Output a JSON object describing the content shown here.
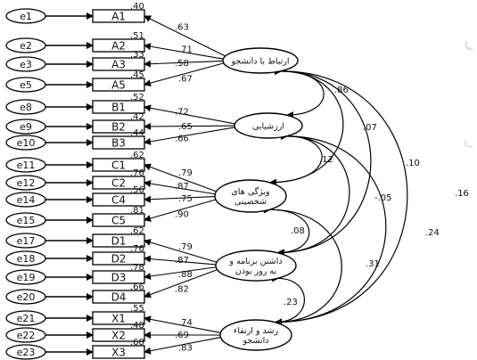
{
  "watermark": {
    "line1": "پژوهشگاه علوم انسانی",
    "line2": "پرتال جامع علوم انسانی"
  },
  "latents": [
    {
      "id": "L1",
      "lines": [
        "ارتباط با دانشجو"
      ]
    },
    {
      "id": "L2",
      "lines": [
        "ارزشیابی"
      ]
    },
    {
      "id": "L3",
      "lines": [
        "ویژگی های",
        "شخصیتی"
      ]
    },
    {
      "id": "L4",
      "lines": [
        "داشتن برنامه و",
        "به روز بودن"
      ]
    },
    {
      "id": "L5",
      "lines": [
        "رشد و ارتقاء",
        "دانشجو"
      ]
    }
  ],
  "indicators": [
    {
      "label": "A1",
      "error": "e1",
      "latent": "L1",
      "loading": ".63",
      "r2": ".40"
    },
    {
      "label": "A2",
      "error": "e2",
      "latent": "L1",
      "loading": ".71",
      "r2": ".51"
    },
    {
      "label": "A3",
      "error": "e3",
      "latent": "L1",
      "loading": ".58",
      "r2": ".33"
    },
    {
      "label": "A5",
      "error": "e5",
      "latent": "L1",
      "loading": ".67",
      "r2": ".45"
    },
    {
      "label": "B1",
      "error": "e8",
      "latent": "L2",
      "loading": ".72",
      "r2": ".52"
    },
    {
      "label": "B2",
      "error": "e9",
      "latent": "L2",
      "loading": ".65",
      "r2": ".42"
    },
    {
      "label": "B3",
      "error": "e10",
      "latent": "L2",
      "loading": ".66",
      "r2": ".44"
    },
    {
      "label": "C1",
      "error": "e11",
      "latent": "L3",
      "loading": ".79",
      "r2": ".62"
    },
    {
      "label": "C2",
      "error": "e12",
      "latent": "L3",
      "loading": ".87",
      "r2": ".76"
    },
    {
      "label": "C4",
      "error": "e14",
      "latent": "L3",
      "loading": ".75",
      "r2": ".56"
    },
    {
      "label": "C5",
      "error": "e15",
      "latent": "L3",
      "loading": ".90",
      "r2": ".81"
    },
    {
      "label": "D1",
      "error": "e17",
      "latent": "L4",
      "loading": ".79",
      "r2": ".62"
    },
    {
      "label": "D2",
      "error": "e18",
      "latent": "L4",
      "loading": ".87",
      "r2": ".76"
    },
    {
      "label": "D3",
      "error": "e19",
      "latent": "L4",
      "loading": ".88",
      "r2": ".78"
    },
    {
      "label": "D4",
      "error": "e20",
      "latent": "L4",
      "loading": ".82",
      "r2": ".66"
    },
    {
      "label": "X1",
      "error": "e21",
      "latent": "L5",
      "loading": ".74",
      "r2": ".55"
    },
    {
      "label": "X2",
      "error": "e22",
      "latent": "L5",
      "loading": ".69",
      "r2": ".48"
    },
    {
      "label": "X3",
      "error": "e23",
      "latent": "L5",
      "loading": ".83",
      "r2": ".68"
    }
  ],
  "correlations": [
    {
      "from": "L1",
      "to": "L2",
      "value": ".86"
    },
    {
      "from": "L1",
      "to": "L3",
      "value": ".07"
    },
    {
      "from": "L1",
      "to": "L4",
      "value": ".10"
    },
    {
      "from": "L1",
      "to": "L5",
      "value": ".16"
    },
    {
      "from": "L2",
      "to": "L3",
      "value": ".12"
    },
    {
      "from": "L2",
      "to": "L4",
      "value": "-.05"
    },
    {
      "from": "L2",
      "to": "L5",
      "value": ".24"
    },
    {
      "from": "L3",
      "to": "L4",
      "value": ".08"
    },
    {
      "from": "L3",
      "to": "L5",
      "value": ".31"
    },
    {
      "from": "L4",
      "to": "L5",
      "value": ".23"
    }
  ]
}
